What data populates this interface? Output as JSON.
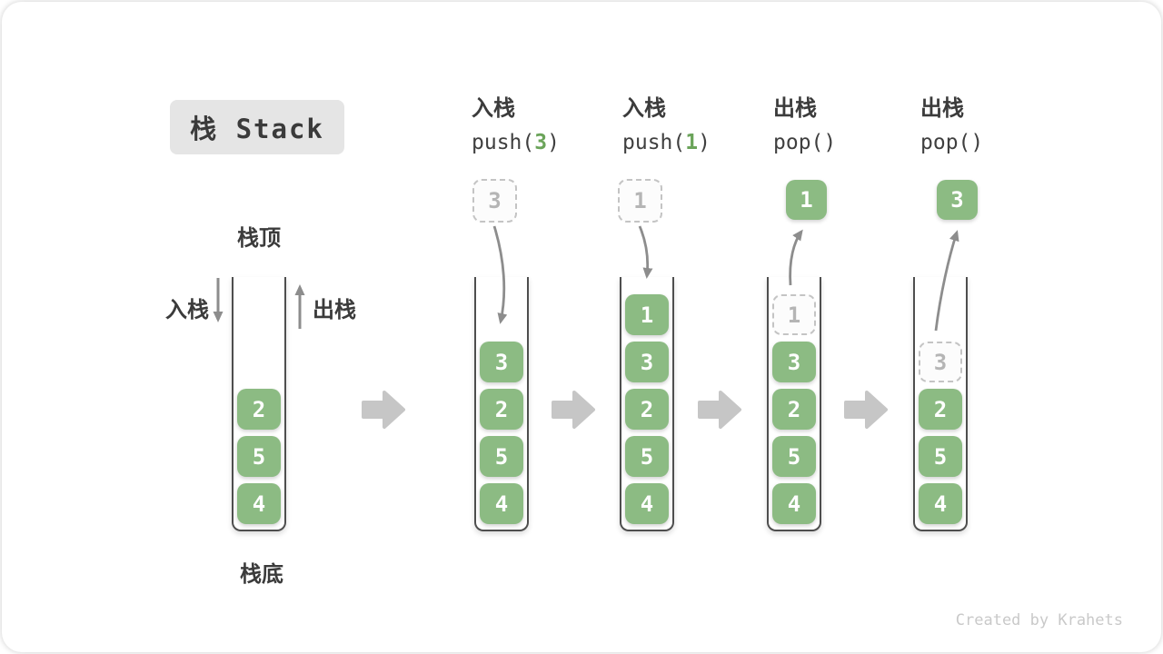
{
  "title": {
    "label": "栈 Stack"
  },
  "legend": {
    "stack_top": "栈顶",
    "stack_bottom": "栈底",
    "push_side": "入栈",
    "pop_side": "出栈"
  },
  "operations": [
    {
      "name": "入栈",
      "code_pre": "push(",
      "code_value": "3",
      "code_post": ")"
    },
    {
      "name": "入栈",
      "code_pre": "push(",
      "code_value": "1",
      "code_post": ")"
    },
    {
      "name": "出栈",
      "code_pre": "pop(",
      "code_value": "",
      "code_post": ")"
    },
    {
      "name": "出栈",
      "code_pre": "pop(",
      "code_value": "",
      "code_post": ")"
    }
  ],
  "stacks": [
    {
      "state": "initial",
      "items": [
        "2",
        "5",
        "4"
      ]
    },
    {
      "state": "after-push-3",
      "incoming_value": "3",
      "items": [
        "3",
        "2",
        "5",
        "4"
      ]
    },
    {
      "state": "after-push-1",
      "incoming_value": "1",
      "items": [
        "1",
        "3",
        "2",
        "5",
        "4"
      ]
    },
    {
      "state": "after-pop-1",
      "popped_value": "1",
      "ghost_value": "1",
      "items": [
        "3",
        "2",
        "5",
        "4"
      ]
    },
    {
      "state": "after-pop-3",
      "popped_value": "3",
      "ghost_value": "3",
      "items": [
        "2",
        "5",
        "4"
      ]
    }
  ],
  "footer": {
    "credit": "Created by Krahets"
  },
  "colors": {
    "cell_green": "#8CBB83",
    "code_green": "#6BA45A",
    "block_arrow_gray": "#C6C6C6",
    "curve_arrow_gray": "#8D8D8D",
    "dark_text": "#3B3B3B",
    "ghost_border": "#C4C4C4",
    "ghost_text": "#B5B5B5",
    "title_bg": "#E5E5E5",
    "credit_gray": "#C9C9C9"
  }
}
